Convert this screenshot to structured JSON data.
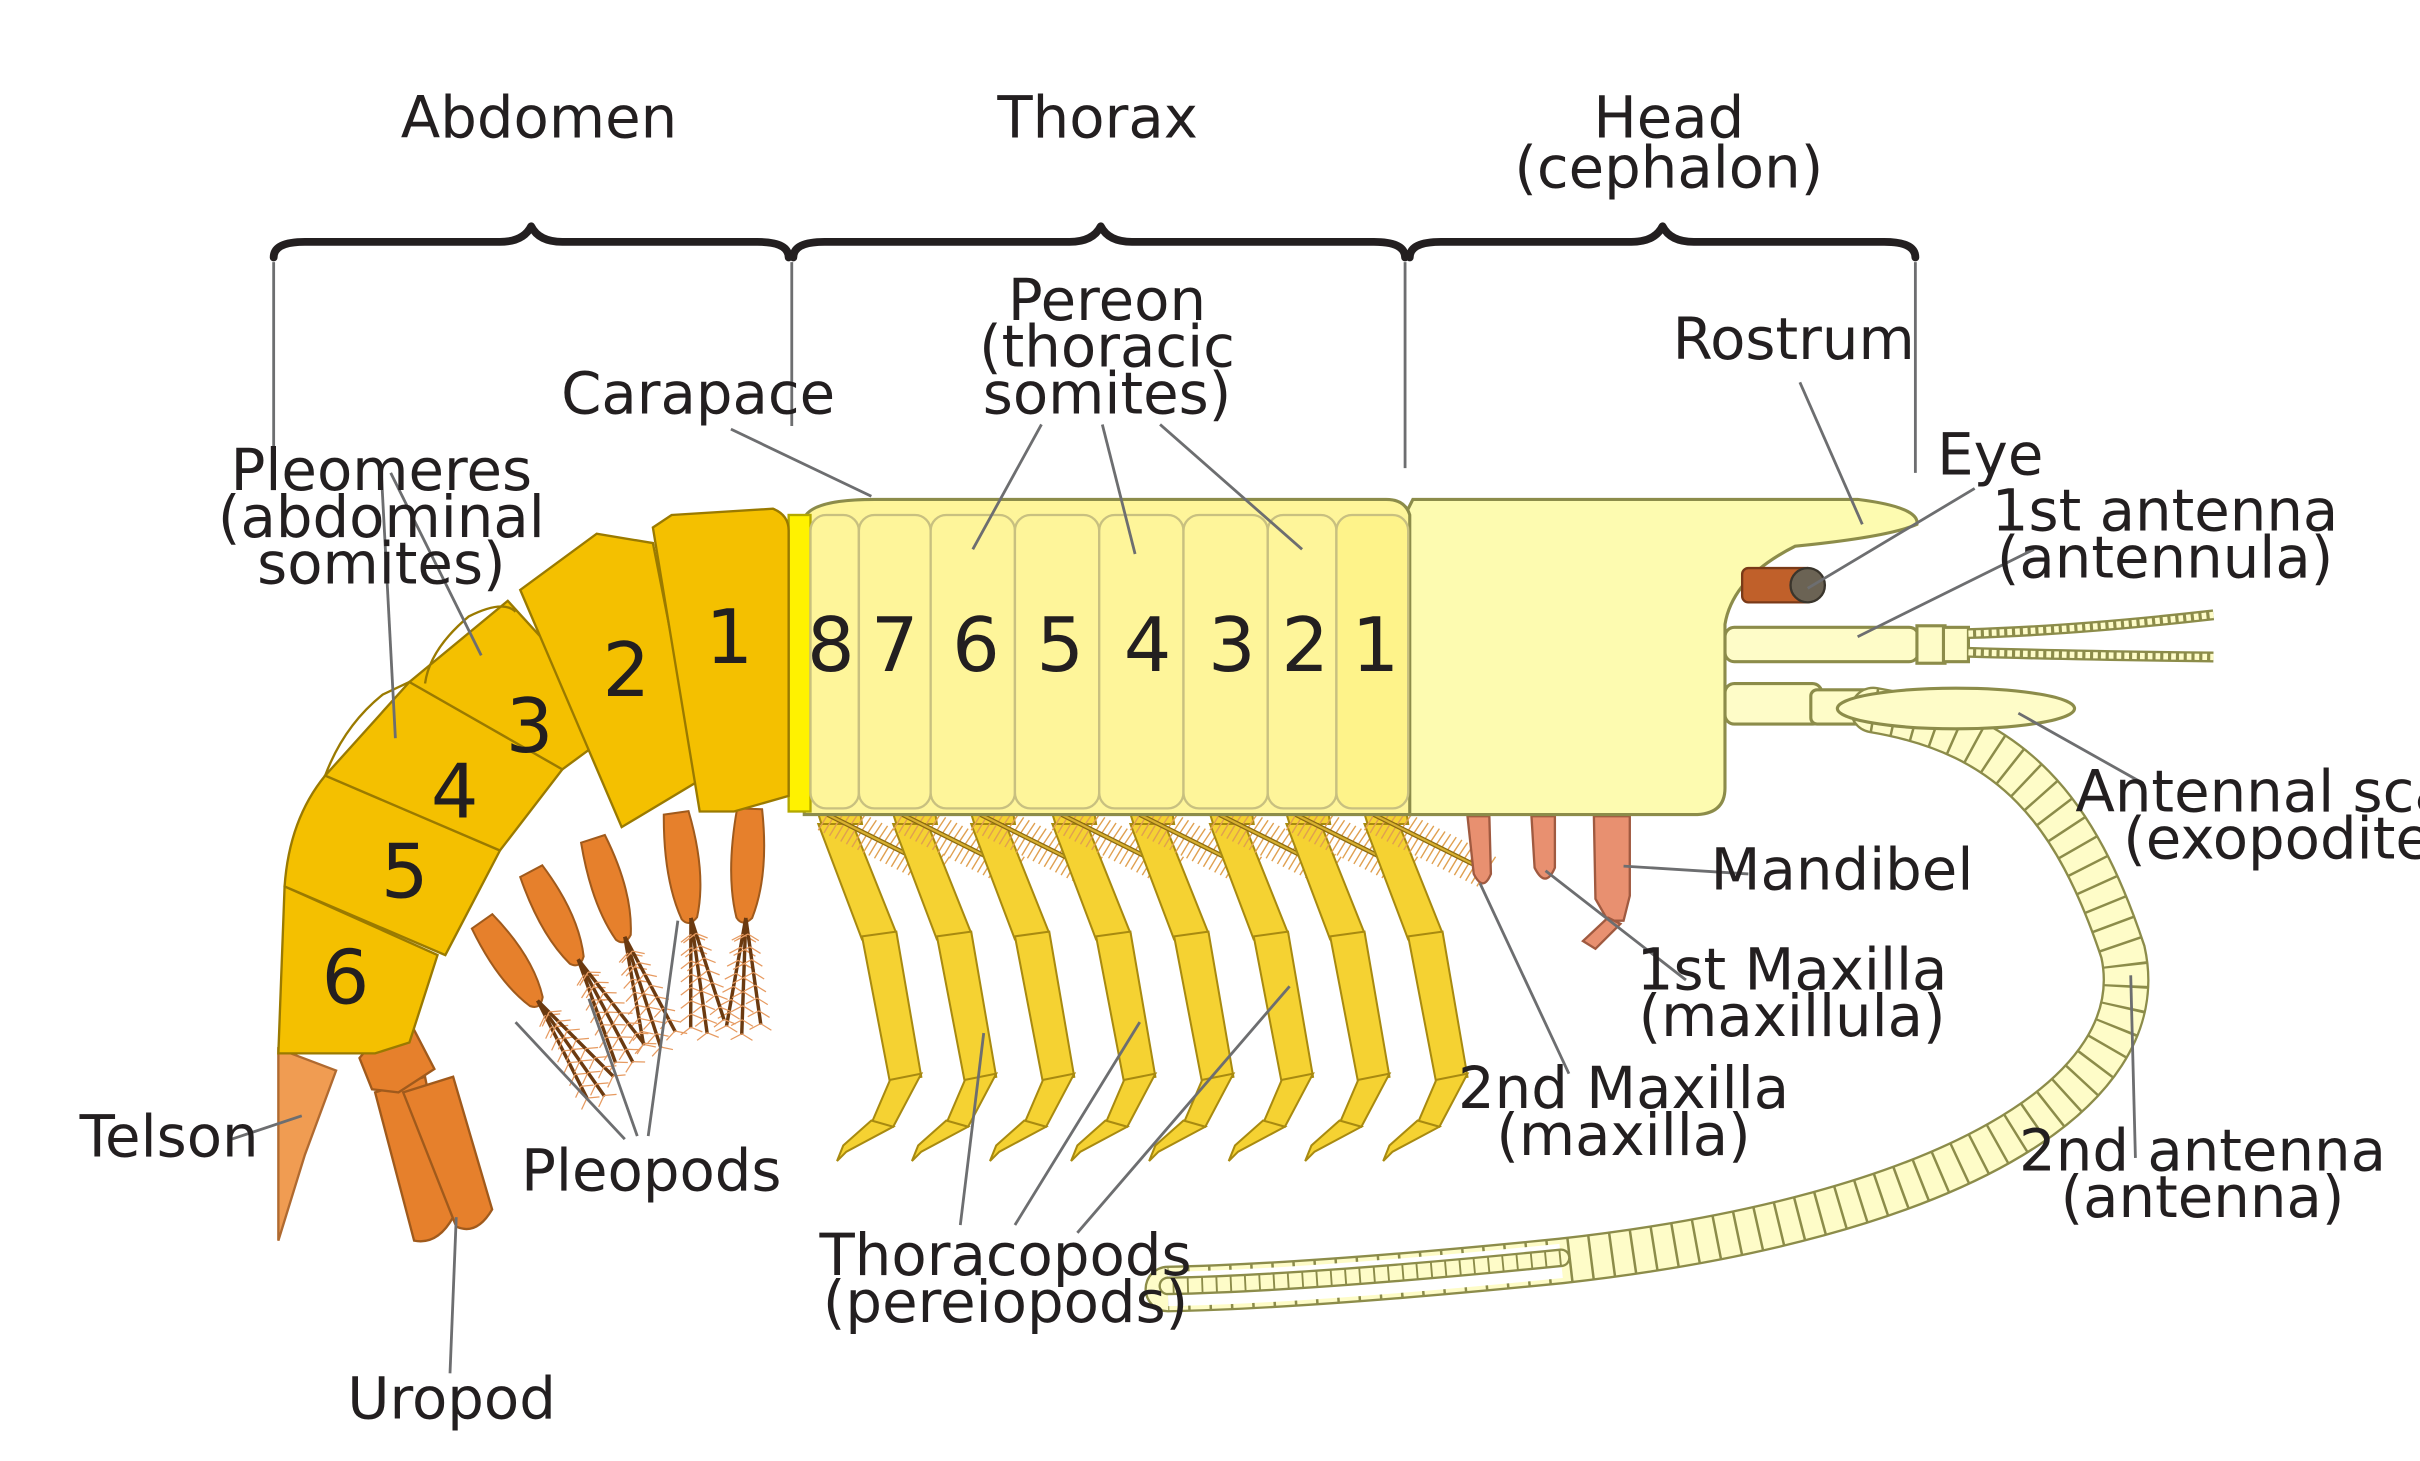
{
  "regions": {
    "abdomen": "Abdomen",
    "thorax": "Thorax",
    "head_line1": "Head",
    "head_line2": "(cephalon)"
  },
  "labels": {
    "carapace": "Carapace",
    "pereon": [
      "Pereon",
      "(thoracic",
      "somites)"
    ],
    "rostrum": "Rostrum",
    "eye": "Eye",
    "antenna1": [
      "1st antenna",
      "(antennula)"
    ],
    "antennal_scale": [
      "Antennal scale",
      "(exopodite)"
    ],
    "mandibel": "Mandibel",
    "maxilla1": [
      "1st Maxilla",
      "(maxillula)"
    ],
    "maxilla2": [
      "2nd Maxilla",
      "(maxilla)"
    ],
    "antenna2": [
      "2nd antenna",
      "(antenna)"
    ],
    "thoracopods": [
      "Thoracopods",
      "(pereiopods)"
    ],
    "pleopods": "Pleopods",
    "telson": "Telson",
    "uropod": "Uropod",
    "pleomeres": [
      "Pleomeres",
      "(abdominal",
      "somites)"
    ]
  },
  "abdominal_numbers": [
    "1",
    "2",
    "3",
    "4",
    "5",
    "6"
  ],
  "thoracic_numbers": [
    "8",
    "7",
    "6",
    "5",
    "4",
    "3",
    "2",
    "1"
  ],
  "colors": {
    "abdomen": "#f4c000",
    "thorax": "#fef59a",
    "head": "#fdfbb0",
    "legs": "#f5d232",
    "pleopods": "#e6802c",
    "telson": "#f09c52",
    "mouthparts": "#e89070",
    "eye_stalk": "#c0602a",
    "eye": "#6b6354",
    "antenna": "#fefcc8"
  }
}
